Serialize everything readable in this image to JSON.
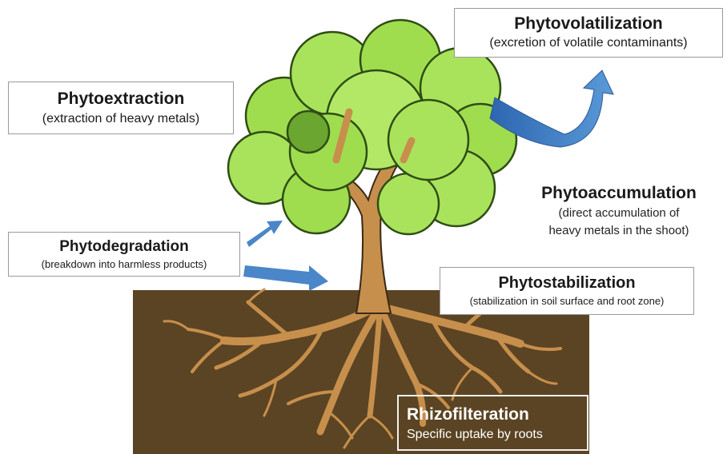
{
  "labels": {
    "phytovolatilization": {
      "title": "Phytovolatilization",
      "subtitle": "(excretion of volatile contaminants)"
    },
    "phytoextraction": {
      "title": "Phytoextraction",
      "subtitle": "(extraction of heavy metals)"
    },
    "phytodegradation": {
      "title": "Phytodegradation",
      "subtitle": "(breakdown into harmless products)"
    },
    "phytoaccumulation": {
      "title": "Phytoaccumulation",
      "subtitle_line1": "(direct accumulation of",
      "subtitle_line2": "heavy metals in the shoot)"
    },
    "phytostabilization": {
      "title": "Phytostabilization",
      "subtitle": "(stabilization in soil surface and root zone)"
    },
    "rhizofilteration": {
      "title": "Rhizofilteration",
      "subtitle": "Specific uptake by roots"
    }
  },
  "colors": {
    "soil": "#5b4423",
    "trunk": "#c78f4c",
    "foliage_light": "#a9e35c",
    "foliage_mid": "#8ccf3e",
    "foliage_dark": "#6aa630",
    "arrow": "#4a86c8"
  }
}
